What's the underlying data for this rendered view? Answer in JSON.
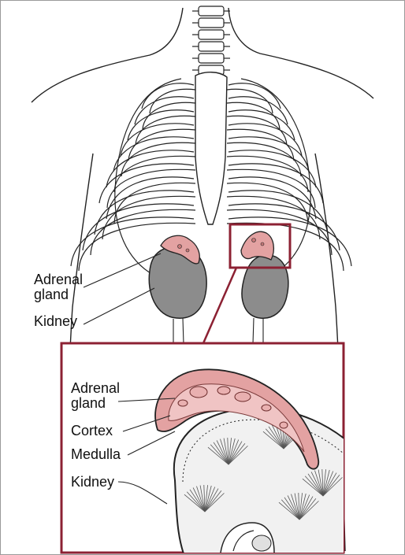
{
  "colors": {
    "line": "#222222",
    "adrenal_fill": "#e3a2a2",
    "adrenal_dark": "#c87a7a",
    "kidney_fill": "#8c8c8c",
    "zoom_box": "#8c2133",
    "body_fill": "#ffffff",
    "section_fill": "#f1f1f1"
  },
  "upper_labels": {
    "adrenal": "Adrenal\ngland",
    "kidney": "Kidney"
  },
  "inset_labels": {
    "adrenal": "Adrenal\ngland",
    "cortex": "Cortex",
    "medulla": "Medulla",
    "kidney": "Kidney"
  }
}
